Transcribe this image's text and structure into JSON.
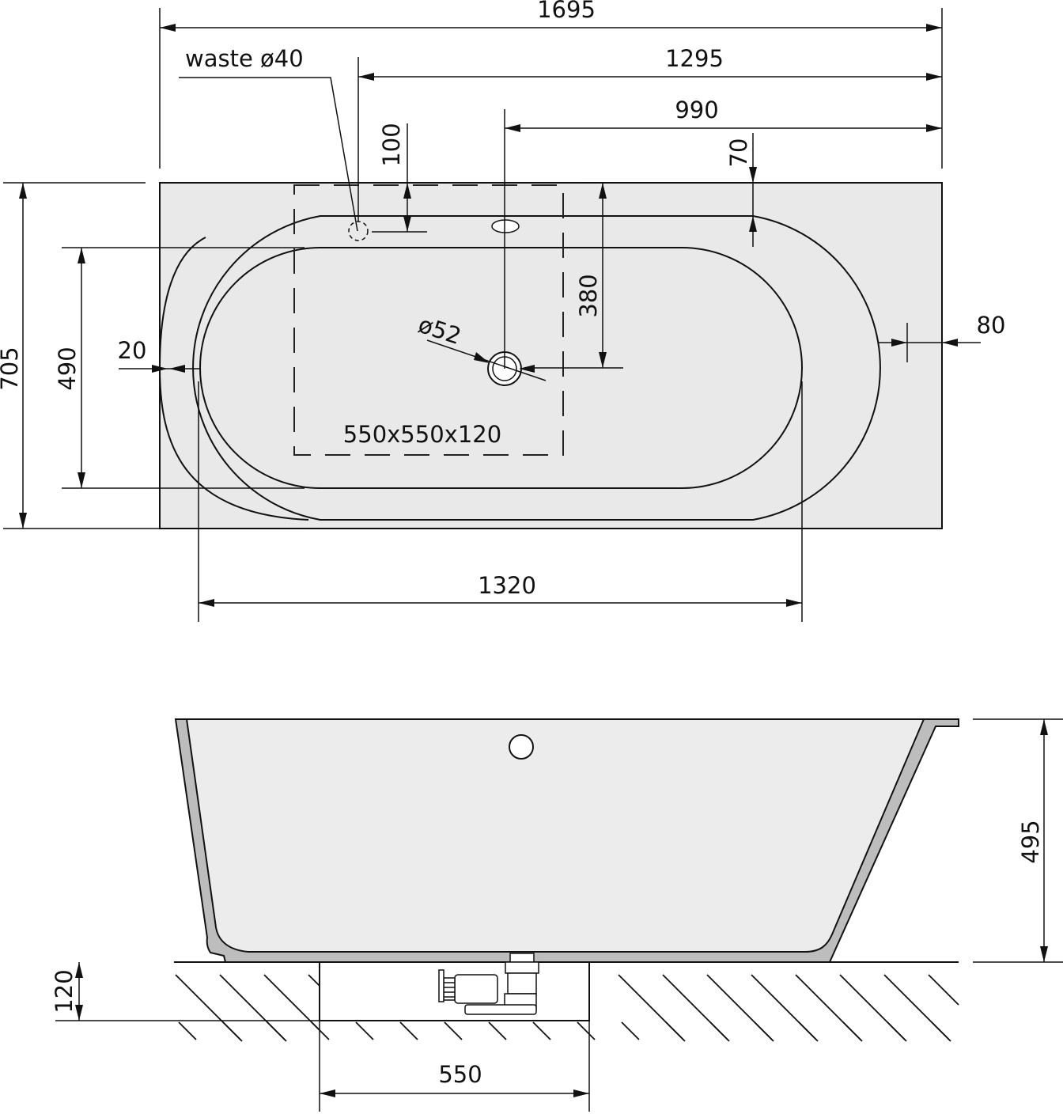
{
  "top_view": {
    "overall_length": "1695",
    "overall_width": "705",
    "waste_label": "waste ø40",
    "waste_offset": "1295",
    "overflow_offset": "990",
    "waste_edge_offset": "100",
    "rim_offset": "70",
    "inner_width": "490",
    "side_gap": "20",
    "tap_offset": "380",
    "tap_hole": "ø52",
    "end_wall": "80",
    "recess_box": "550x550x120",
    "inner_length": "1320"
  },
  "side_view": {
    "height": "495",
    "recess_depth": "120",
    "recess_width": "550"
  },
  "colors": {
    "line": "#111111",
    "panel_fill": "#e9e9e9",
    "shell_fill": "#bdbdbd",
    "basin_fill": "#ececec"
  }
}
